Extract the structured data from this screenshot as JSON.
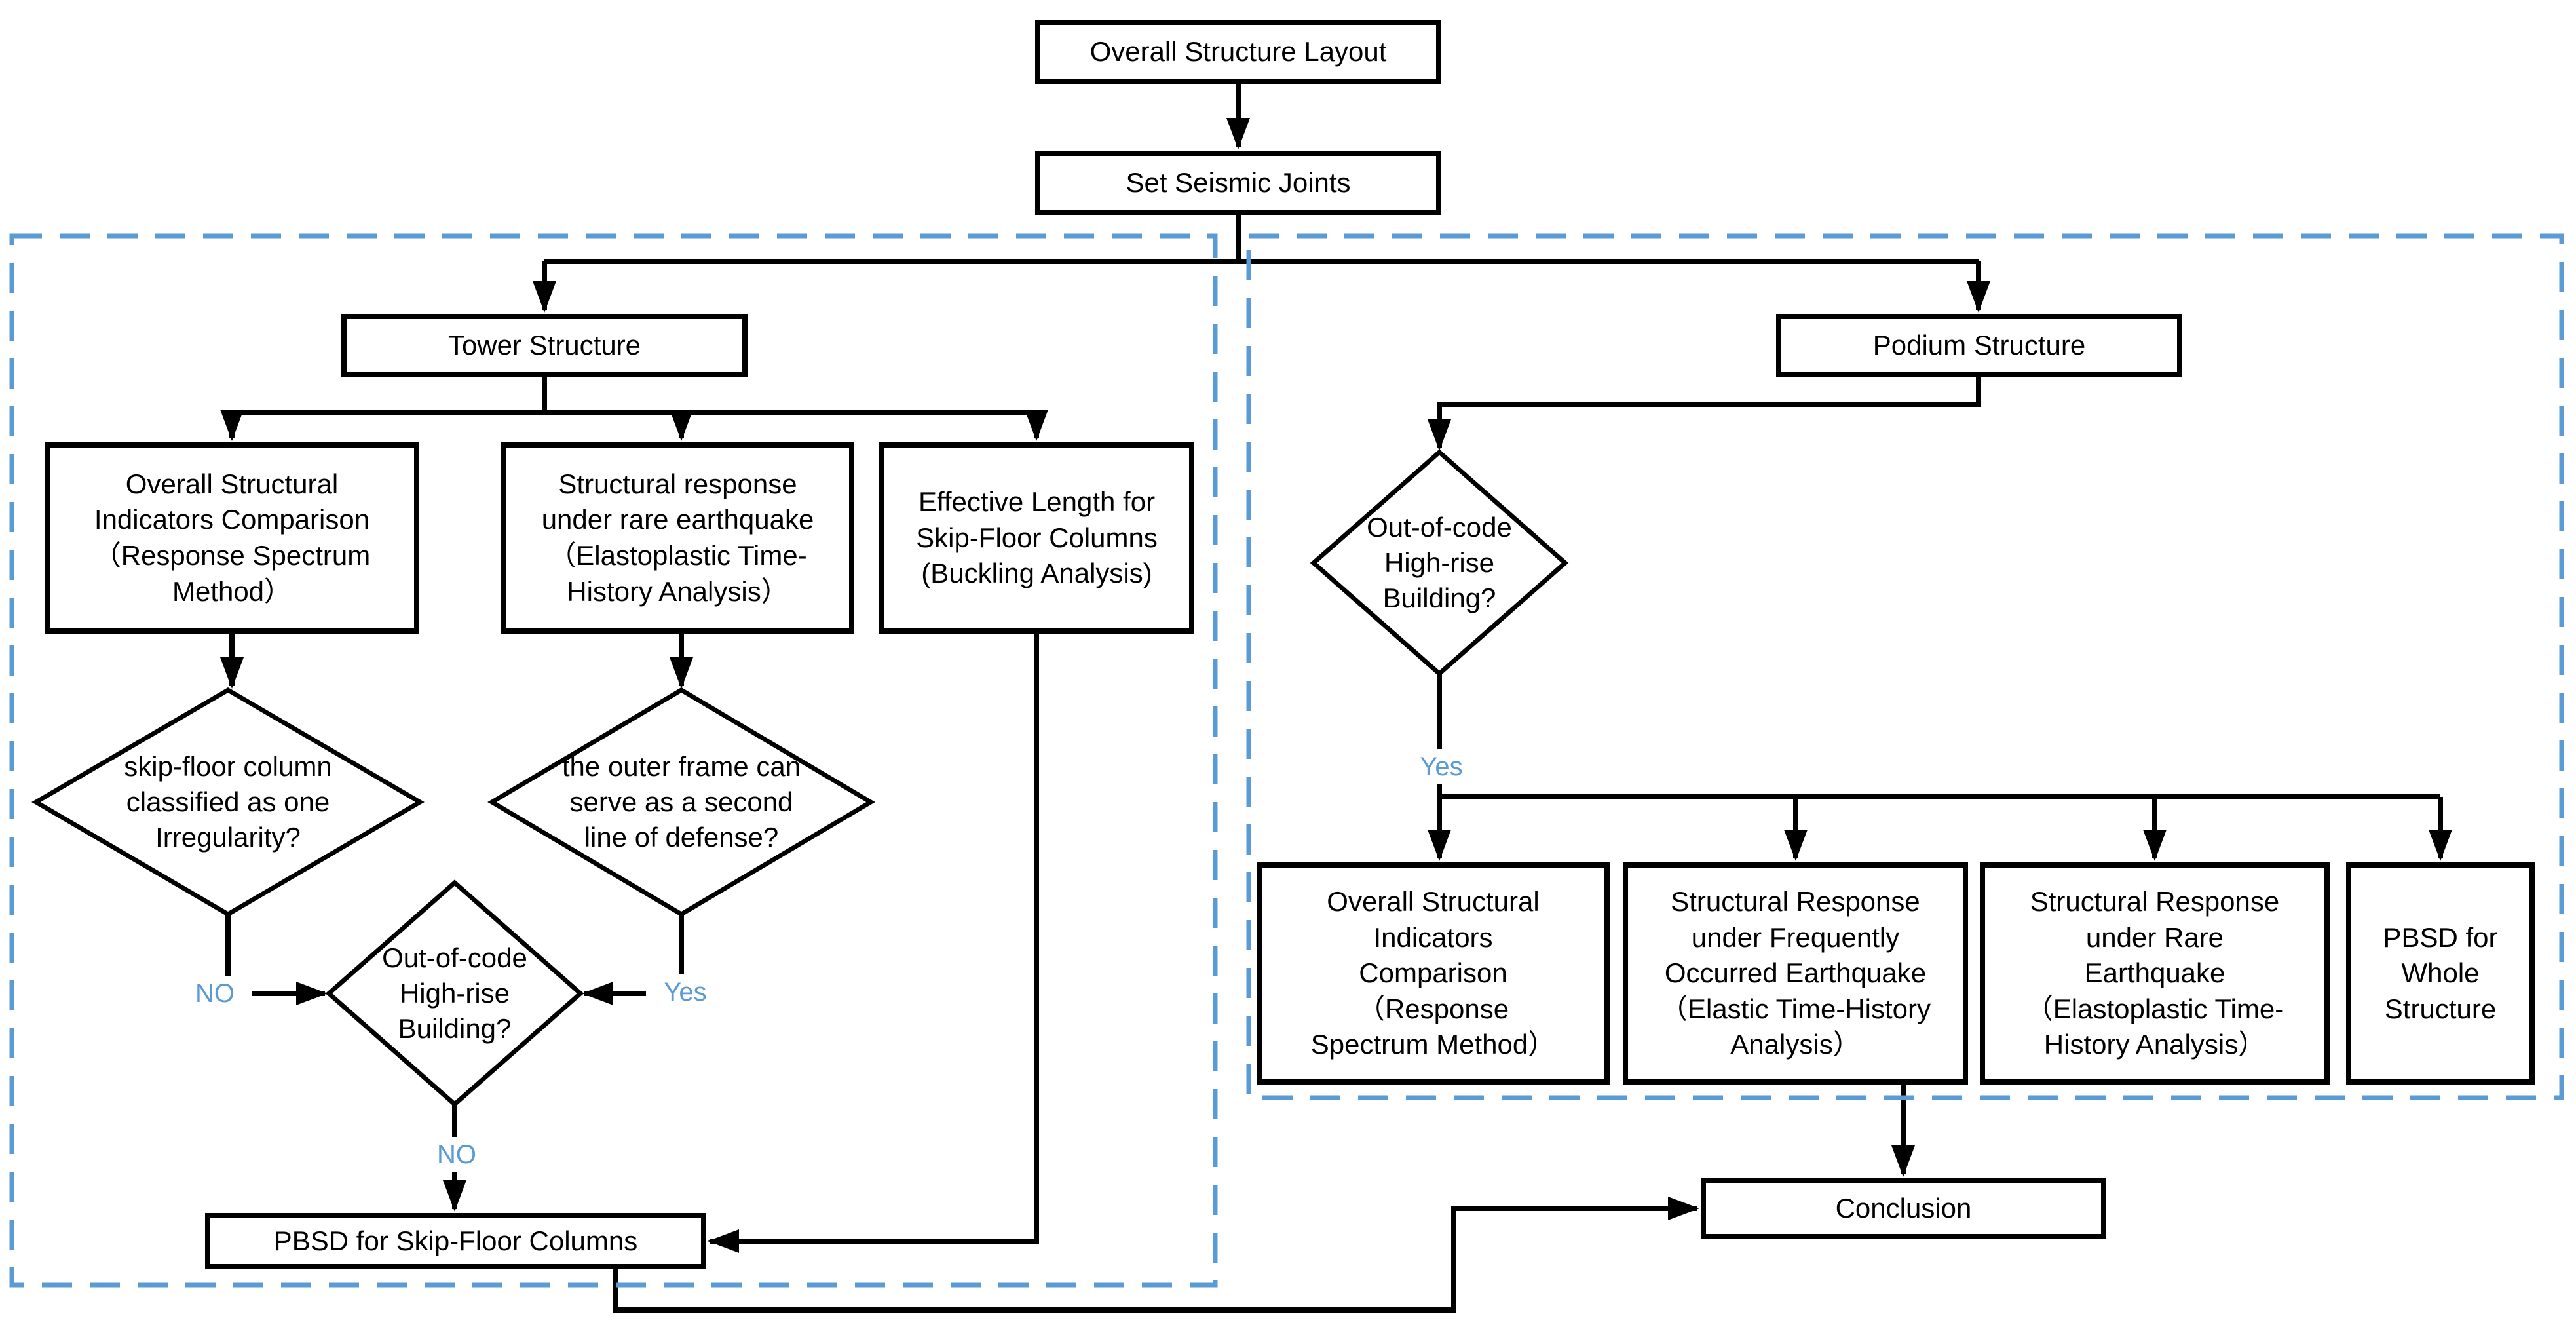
{
  "colors": {
    "line": "#000000",
    "accent": "#5B9BD5",
    "background": "#ffffff"
  },
  "nodes": {
    "overall_layout": {
      "label": "Overall Structure Layout"
    },
    "set_seismic_joints": {
      "label": "Set Seismic Joints"
    },
    "tower": {
      "label": "Tower Structure"
    },
    "tower_indicators": {
      "label": "Overall Structural\nIndicators Comparison\n（Response Spectrum\nMethod）"
    },
    "tower_rare_response": {
      "label": "Structural response\nunder rare earthquake\n（Elastoplastic Time-\nHistory Analysis）"
    },
    "tower_effective_length": {
      "label": "Effective Length for\nSkip-Floor Columns\n(Buckling Analysis)"
    },
    "decision_skip_floor": {
      "label": "skip-floor column\nclassified as one\nIrregularity?"
    },
    "decision_outer_frame": {
      "label": "the outer frame can\nserve as a second\nline of defense?"
    },
    "decision_out_of_code_tower": {
      "label": "Out-of-code\nHigh-rise\nBuilding?"
    },
    "pbsd_skip_floor": {
      "label": "PBSD for Skip-Floor Columns"
    },
    "podium": {
      "label": "Podium Structure"
    },
    "decision_out_of_code_podium": {
      "label": "Out-of-code\nHigh-rise\nBuilding?"
    },
    "podium_indicators": {
      "label": "Overall Structural\nIndicators\nComparison\n（Response\nSpectrum Method）"
    },
    "podium_frequent_response": {
      "label": "Structural Response\nunder Frequently\nOccurred Earthquake\n（Elastic Time-History\nAnalysis）"
    },
    "podium_rare_response": {
      "label": "Structural Response\nunder Rare\nEarthquake\n（Elastoplastic Time-\nHistory Analysis）"
    },
    "pbsd_whole": {
      "label": "PBSD for\nWhole\nStructure"
    },
    "conclusion": {
      "label": "Conclusion"
    }
  },
  "edge_labels": {
    "no_into_out_of_code": "NO",
    "yes_into_out_of_code": "Yes",
    "no_below_out_of_code": "NO",
    "yes_below_podium_decision": "Yes"
  }
}
